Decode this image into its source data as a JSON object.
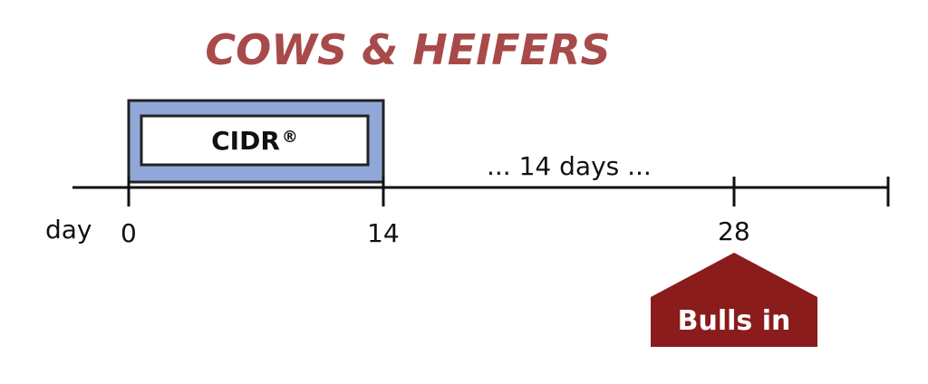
{
  "title": "COWS & HEIFERS",
  "cidr": {
    "label": "CIDR",
    "mark": "®"
  },
  "gap_label": "... 14 days ...",
  "axis": {
    "prefix_label": "day",
    "ticks": [
      "0",
      "14",
      "28"
    ]
  },
  "bulls_in_label": "Bulls in",
  "colors": {
    "title": "#a84a4a",
    "cidr_band_fill": "#8fa8d8",
    "cidr_band_stroke": "#222222",
    "bulls_fill": "#8a1c1c",
    "axis": "#111111"
  }
}
